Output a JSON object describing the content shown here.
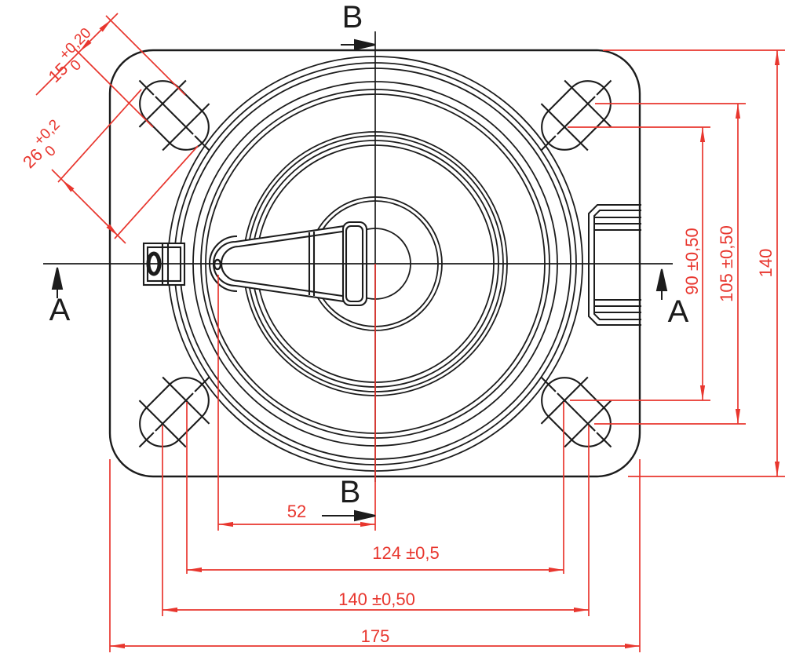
{
  "drawing": {
    "type": "engineering-drawing-top-view",
    "colors": {
      "dimension_red": "#e8362e",
      "drawing_black": "#1c1c1c",
      "background": "#ffffff"
    },
    "sections": {
      "a": "A",
      "b": "B"
    },
    "dimensions": {
      "slot_width": {
        "main": "15",
        "tol_top": "+0,20",
        "tol_bottom": "0"
      },
      "slot_length": {
        "main": "26",
        "tol_top": "+0,2",
        "tol_bottom": "0"
      },
      "center_to_lever_tip": "52",
      "slot_centers_inner_x": "124 ±0,5",
      "slot_centers_outer_x": "140 ±0,50",
      "overall_width": "175",
      "slot_centers_inner_y": "90 ±0,50",
      "slot_centers_outer_y": "105 ±0,50",
      "overall_height": "140"
    }
  }
}
